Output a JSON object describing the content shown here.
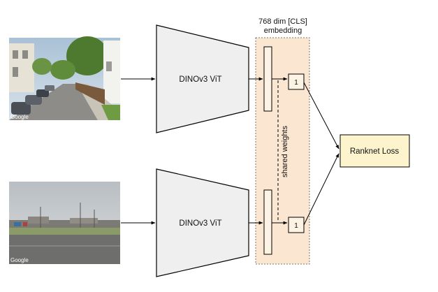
{
  "embedding_region": {
    "title_line1": "768 dim [CLS]",
    "title_line2": "embedding",
    "fill": "#fbe6d2",
    "border": "#777777"
  },
  "top_branch": {
    "image": "street-view photo: residential street with parked cars, trees and houses",
    "watermark": "Google",
    "encoder_label": "DINOv3 ViT",
    "score_label": "1"
  },
  "bottom_branch": {
    "image": "street-view photo: wide road with parking lot and low buildings under cloudy sky",
    "watermark": "Google",
    "encoder_label": "DINOv3 ViT",
    "score_label": "1"
  },
  "shared_weights_label": "shared weights",
  "loss": {
    "label": "Ranknet Loss",
    "fill": "#fdf3cc"
  },
  "colors": {
    "encoder_fill": "#efefef",
    "stroke": "#000000"
  }
}
